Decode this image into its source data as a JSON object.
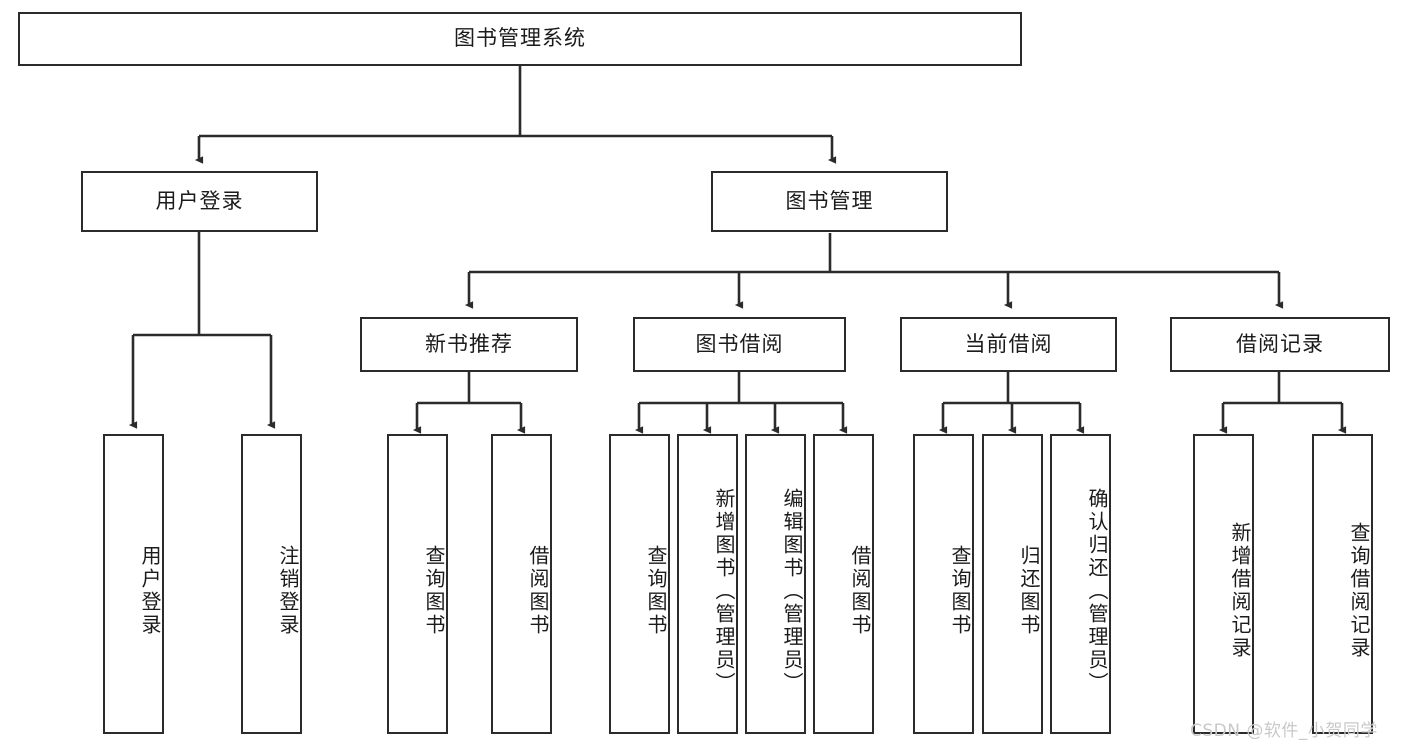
{
  "diagram": {
    "type": "tree-hierarchy",
    "title": "图书管理系统",
    "orientation": "top-down",
    "colors": {
      "box_border": "#2b2b2b",
      "box_fill": "#ffffff",
      "connector": "#2b2b2b",
      "text": "#1b1b1b",
      "watermark": "#c9c9c9",
      "background": "#ffffff"
    },
    "root": {
      "label": "图书管理系统"
    },
    "level2": [
      {
        "id": "user-login",
        "label": "用户登录"
      },
      {
        "id": "book-management",
        "label": "图书管理"
      }
    ],
    "level3": [
      {
        "id": "new-book-recommend",
        "label": "新书推荐",
        "parent": "book-management"
      },
      {
        "id": "book-borrow",
        "label": "图书借阅",
        "parent": "book-management"
      },
      {
        "id": "current-borrow",
        "label": "当前借阅",
        "parent": "book-management"
      },
      {
        "id": "borrow-record",
        "label": "借阅记录",
        "parent": "book-management"
      }
    ],
    "leaves": {
      "user-login": [
        {
          "id": "leaf-user-login",
          "label": "用户登录"
        },
        {
          "id": "leaf-user-logout",
          "label": "注销登录"
        }
      ],
      "new-book-recommend": [
        {
          "id": "leaf-query-book-1",
          "label": "查询图书"
        },
        {
          "id": "leaf-borrow-book-1",
          "label": "借阅图书"
        }
      ],
      "book-borrow": [
        {
          "id": "leaf-query-book-2",
          "label": "查询图书"
        },
        {
          "id": "leaf-add-book",
          "label": "新增图书（管理员）"
        },
        {
          "id": "leaf-edit-book",
          "label": "编辑图书（管理员）"
        },
        {
          "id": "leaf-borrow-book-2",
          "label": "借阅图书"
        }
      ],
      "current-borrow": [
        {
          "id": "leaf-query-book-3",
          "label": "查询图书"
        },
        {
          "id": "leaf-return-book",
          "label": "归还图书"
        },
        {
          "id": "leaf-confirm-return",
          "label": "确认归还（管理员）"
        }
      ],
      "borrow-record": [
        {
          "id": "leaf-add-record",
          "label": "新增借阅记录"
        },
        {
          "id": "leaf-query-record",
          "label": "查询借阅记录"
        }
      ]
    },
    "watermark": "CSDN @软件_小贺同学"
  }
}
